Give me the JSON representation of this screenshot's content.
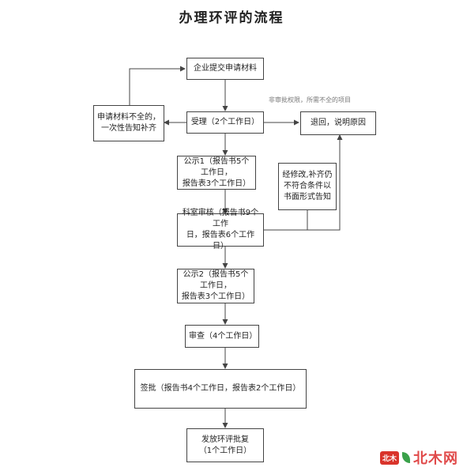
{
  "title": "办理环评的流程",
  "nodes": {
    "submit": "企业提交申请材料",
    "incomplete": "申请材料不全的，\n一次性告知补齐",
    "accept": "受理（2个工作日）",
    "return": "退回，说明原因",
    "publicity1": "公示1（报告书5个工作日，\n报告表3个工作日）",
    "corrected_fail": "经修改,补齐仍\n不符合条件以\n书面形式告知",
    "review": "科室审核（报告书9个工作\n日，报告表6个工作日）",
    "publicity2": "公示2（报告书5个工作日，\n报告表3个工作日）",
    "examine": "审查（4个工作日）",
    "sign": "签批（报告书4个工作日，报告表2个工作日）",
    "issue": "发放环评批复\n（1个工作日）"
  },
  "annotation": "非审批权限，所需不全的项目",
  "watermark": {
    "badge": "北木",
    "text": "北木网"
  }
}
